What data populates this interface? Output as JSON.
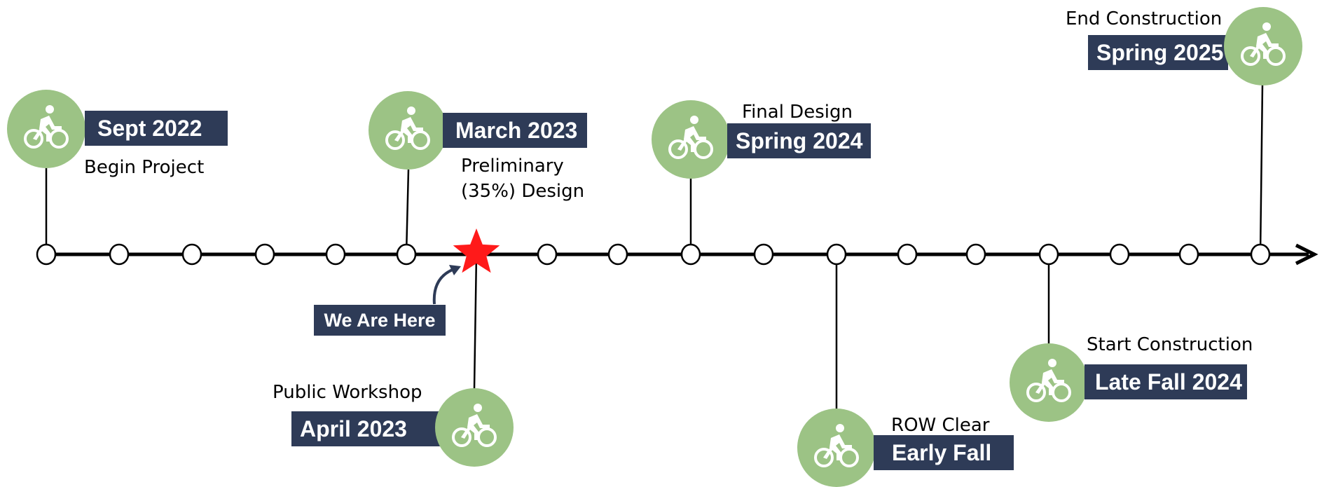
{
  "timeline": {
    "milestones": [
      {
        "id": "begin-project",
        "date": "Sept 2022",
        "label": "Begin Project"
      },
      {
        "id": "preliminary-design",
        "date": "March 2023",
        "label_lines": [
          "Preliminary",
          "(35%) Design"
        ]
      },
      {
        "id": "public-workshop",
        "date": "April 2023",
        "label": "Public Workshop"
      },
      {
        "id": "final-design",
        "date": "Spring 2024",
        "label": "Final Design"
      },
      {
        "id": "row-clear",
        "date": "Early Fall",
        "label": "ROW Clear"
      },
      {
        "id": "start-construction",
        "date": "Late Fall 2024",
        "label": "Start Construction"
      },
      {
        "id": "end-construction",
        "date": "Spring 2025",
        "label": "End Construction"
      }
    ],
    "current_marker": {
      "label": "We Are Here",
      "icon": "star-icon"
    },
    "milestone_icon": "bicycle-rider-icon",
    "colors": {
      "axis": "#000000",
      "box": "#2e3b57",
      "circle": "#9cc385",
      "star": "#ff1a1a",
      "arrow": "#2e3b57"
    }
  }
}
